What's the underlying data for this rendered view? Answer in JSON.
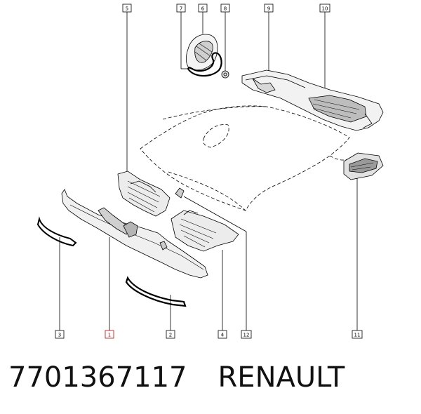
{
  "callouts": {
    "p1": "1",
    "p2": "2",
    "p3": "3",
    "p4": "4",
    "p5": "5",
    "p6": "6",
    "p7": "7",
    "p8": "8",
    "p9": "9",
    "p10": "10",
    "p11": "11",
    "p12": "12"
  },
  "caption": {
    "part_number": "7701367117",
    "brand": "RENAULT"
  },
  "colors": {
    "highlight": "#cc0000",
    "line": "#000000"
  }
}
